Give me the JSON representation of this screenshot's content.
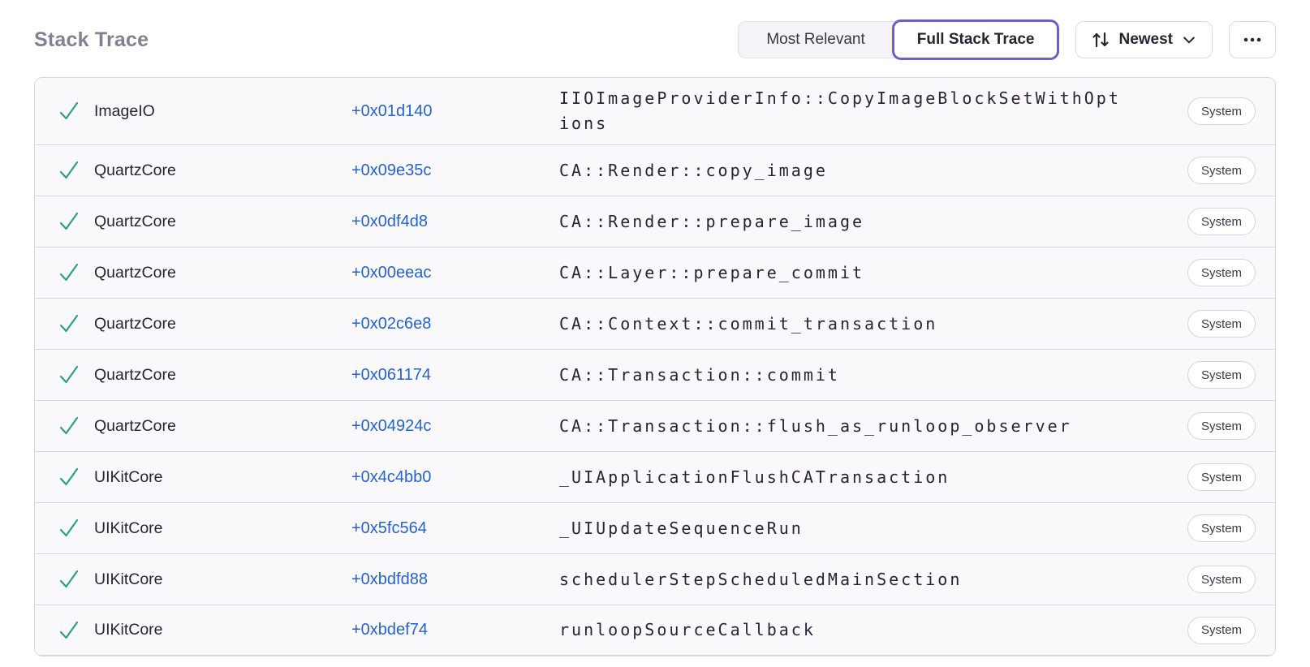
{
  "header": {
    "title": "Stack Trace",
    "view_toggle": {
      "options": [
        "Most Relevant",
        "Full Stack Trace"
      ],
      "selected": "Full Stack Trace"
    },
    "sort_button": {
      "label": "Newest"
    },
    "icons": {
      "sort_arrows": "up-down-arrows",
      "chevron": "chevron-down",
      "more": "ellipsis",
      "frame_check": "green-checkmark"
    }
  },
  "colors": {
    "accent_purple": "#6C5FC7",
    "link_blue": "#2562D4",
    "check_green": "#2BA185",
    "title_gray": "#867f93",
    "panel_bg": "#f9f9fb",
    "divider": "#d9d8e0"
  },
  "stack_trace": {
    "frames": [
      {
        "module": "ImageIO",
        "address": "+0x01d140",
        "function": "IIOImageProviderInfo::CopyImageBlockSetWithOptions",
        "tag": "System"
      },
      {
        "module": "QuartzCore",
        "address": "+0x09e35c",
        "function": "CA::Render::copy_image",
        "tag": "System"
      },
      {
        "module": "QuartzCore",
        "address": "+0x0df4d8",
        "function": "CA::Render::prepare_image",
        "tag": "System"
      },
      {
        "module": "QuartzCore",
        "address": "+0x00eeac",
        "function": "CA::Layer::prepare_commit",
        "tag": "System"
      },
      {
        "module": "QuartzCore",
        "address": "+0x02c6e8",
        "function": "CA::Context::commit_transaction",
        "tag": "System"
      },
      {
        "module": "QuartzCore",
        "address": "+0x061174",
        "function": "CA::Transaction::commit",
        "tag": "System"
      },
      {
        "module": "QuartzCore",
        "address": "+0x04924c",
        "function": "CA::Transaction::flush_as_runloop_observer",
        "tag": "System"
      },
      {
        "module": "UIKitCore",
        "address": "+0x4c4bb0",
        "function": "_UIApplicationFlushCATransaction",
        "tag": "System"
      },
      {
        "module": "UIKitCore",
        "address": "+0x5fc564",
        "function": "_UIUpdateSequenceRun",
        "tag": "System"
      },
      {
        "module": "UIKitCore",
        "address": "+0xbdfd88",
        "function": "schedulerStepScheduledMainSection",
        "tag": "System"
      },
      {
        "module": "UIKitCore",
        "address": "+0xbdef74",
        "function": "runloopSourceCallback",
        "tag": "System"
      }
    ]
  }
}
